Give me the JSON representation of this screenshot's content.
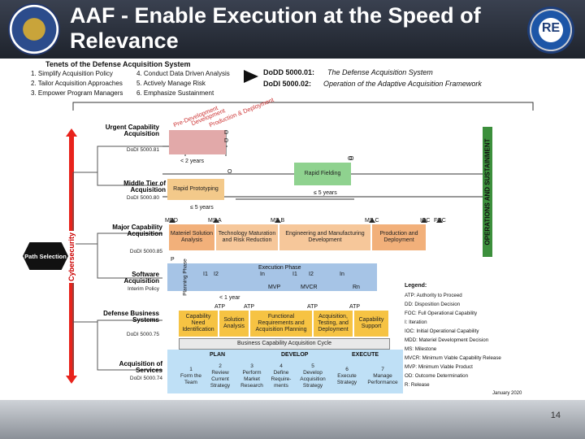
{
  "header": {
    "title": "AAF - Enable Execution at the Speed of Relevance"
  },
  "tenets": {
    "title": "Tenets of the Defense Acquisition System",
    "items": [
      "1. Simplify Acquisition Policy",
      "2. Tailor Acquisition Approaches",
      "3. Empower Program Managers",
      "4. Conduct Data Driven Analysis",
      "5. Actively Manage Risk",
      "6. Emphasize Sustainment"
    ]
  },
  "directives": {
    "dodd_code": "DoDD 5000.01:",
    "dodd_text": "The Defense Acquisition System",
    "dodi_code": "DoDI 5000.02:",
    "dodi_text": "Operation of the Adaptive Acquisition Framework"
  },
  "phases_diag": [
    "Pre-Development",
    "Development",
    "Production & Deployment"
  ],
  "ops_label": "OPERATIONS AND SUSTAINMENT",
  "cyber_label": "Cybersecurity",
  "path_selection": "Path Selection",
  "pathways": [
    {
      "name": "Urgent Capability Acquisition",
      "ref": "DoDI 5000.81"
    },
    {
      "name": "Middle Tier of Acquisition",
      "ref": "DoDI 5000.80"
    },
    {
      "name": "Major Capability Acquisition",
      "ref": "DoDI 5000.85"
    },
    {
      "name": "Software Acquisition",
      "ref": "Interim Policy"
    },
    {
      "name": "Defense Business Systems",
      "ref": "DoDI 5000.75"
    },
    {
      "name": "Acquisition of Services",
      "ref": "DoDI 5000.74"
    }
  ],
  "urgent": {
    "d_top": "D",
    "d_bottom": "D",
    "o": "O",
    "duration": "< 2 years"
  },
  "mta": {
    "o_left": "O",
    "o_right": "O",
    "rapid_prototype": "Rapid Prototyping",
    "rapid_fielding": "Rapid Fielding",
    "proto_years": "≤ 5 years",
    "fielding_years": "≤ 5 years",
    "c_marker": "C"
  },
  "mca": {
    "milestones": [
      "MDD",
      "MS A",
      "MS B",
      "MS C",
      "IOC",
      "FOC"
    ],
    "phases": [
      "Materiel Solution Analysis",
      "Technology Maturation and Risk Reduction",
      "Engineering and Manufacturing Development",
      "Production and Deployment"
    ]
  },
  "sw": {
    "planning": "Planning Phase",
    "execution": "Execution Phase",
    "iterations": [
      "I1",
      "I2",
      "In",
      "I1",
      "I2",
      "In"
    ],
    "mvp": "MVP",
    "mvcr": "MVCR",
    "rn": "Rn",
    "p_marker": "P",
    "duration": "< 1 year"
  },
  "dbs": {
    "atps": [
      "ATP",
      "ATP",
      "ATP",
      "ATP"
    ],
    "phases": [
      "Capability Need Identification",
      "Solution Analysis",
      "Functional Requirements and Acquisition Planning",
      "Acquisition, Testing, and Deployment",
      "Capability Support"
    ],
    "cycle": "Business Capability Acquisition Cycle"
  },
  "services": {
    "groups": [
      "PLAN",
      "DEVELOP",
      "EXECUTE"
    ],
    "steps": [
      {
        "num": "1",
        "label": "Form the Team"
      },
      {
        "num": "2",
        "label": "Review Current Strategy"
      },
      {
        "num": "3",
        "label": "Perform Market Research"
      },
      {
        "num": "4",
        "label": "Define Require-ments"
      },
      {
        "num": "5",
        "label": "Develop Acquisition Strategy"
      },
      {
        "num": "6",
        "label": "Execute Strategy"
      },
      {
        "num": "7",
        "label": "Manage Performance"
      }
    ]
  },
  "legend": {
    "title": "Legend:",
    "items": [
      "ATP: Authority to Proceed",
      "DD: Disposition Decision",
      "FOC: Full Operational Capability",
      "I: Iteration",
      "IOC: Initial Operational Capability",
      "MDD: Materiel Development Decision",
      "MS: Milestone",
      "MVCR: Minimum Viable Capability Release",
      "MVP: Minimum Viable Product",
      "OD: Outcome Determination",
      "R: Release"
    ],
    "date": "January 2020"
  },
  "footer": {
    "page": "14"
  },
  "colors": {
    "header": "#2b313c",
    "pathway_fill": "#a6c4e6",
    "arrow_red": "#e8231c",
    "ops_green": "#3c8f3c"
  }
}
